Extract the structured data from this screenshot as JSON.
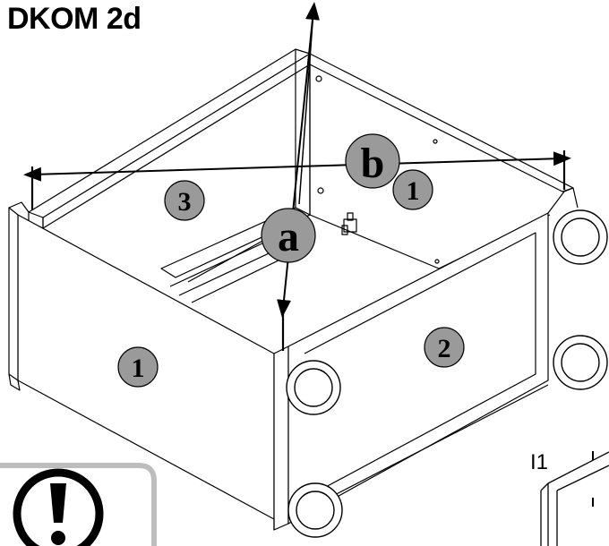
{
  "title": "DKOM 2d",
  "detail_label": "I1",
  "badges": {
    "a": "a",
    "b": "b",
    "n1_back": "1",
    "n1_front": "1",
    "n2": "2",
    "n3": "3"
  },
  "warning_icon": "exclamation-icon",
  "colors": {
    "badge_fill": "#9a9a9a",
    "line": "#000000",
    "warning_frame": "#bdbdbd"
  }
}
